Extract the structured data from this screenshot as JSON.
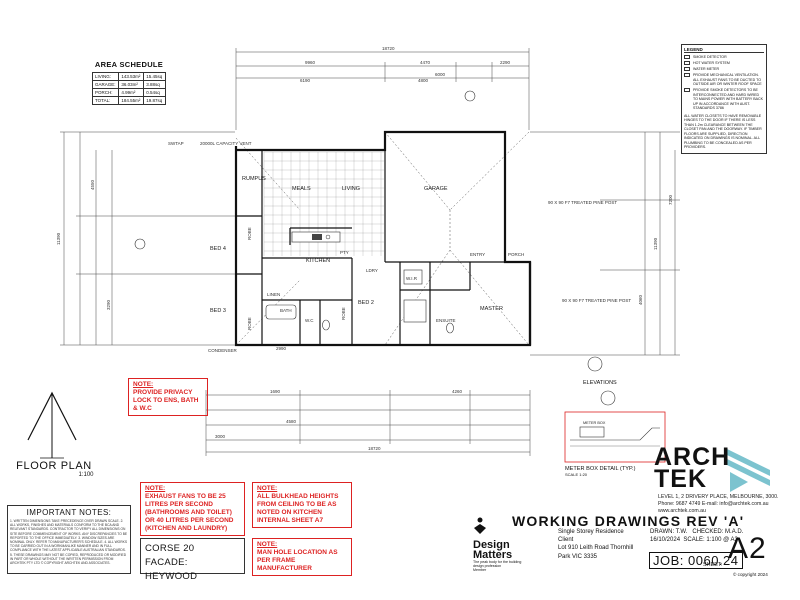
{
  "plan": {
    "title": "FLOOR PLAN",
    "scale": "1:100"
  },
  "area_schedule": {
    "title": "AREA SCHEDULE",
    "rows": [
      {
        "name": "LIVING:",
        "m2": "143.53m²",
        "sq": "15.45sq"
      },
      {
        "name": "GARAGE:",
        "m2": "36.03m²",
        "sq": "3.88sq"
      },
      {
        "name": "PORCH:",
        "m2": "4.99m²",
        "sq": "0.54sq"
      },
      {
        "name": "TOTAL:",
        "m2": "184.55m²",
        "sq": "19.87sq"
      }
    ]
  },
  "rooms": {
    "rumpus": "RUMPUS",
    "meals": "MEALS",
    "living": "LIVING",
    "garage": "GARAGE",
    "bed4": "BED 4",
    "bed3": "BED 3",
    "bed2": "BED 2",
    "kitchen": "KITCHEN",
    "robe1": "ROBE",
    "robe2": "ROBE",
    "robe3": "ROBE",
    "bath": "BATH",
    "wc": "W.C",
    "linen": "LINEN",
    "ldry": "LDRY",
    "pantry": "PTY",
    "wir": "W.I.R",
    "ensuite": "ENSUITE",
    "master": "MASTER",
    "entry": "ENTRY",
    "porch": "PORCH"
  },
  "dimensions": {
    "overall_top": "18720",
    "overall_bottom": "18720",
    "top_a": "9960",
    "top_b": "4470",
    "top_c": "2290",
    "garage_w": "6000",
    "garage_opening": "4800",
    "side_left_total": "11390",
    "side_right_total": "11390",
    "d4550": "4550",
    "d3290": "3290",
    "d6190": "6190",
    "d4260": "4260",
    "d1690": "1690",
    "d2990": "2990",
    "d3000": "3000",
    "d4580": "4580",
    "d7200": "7200",
    "d4060": "4060"
  },
  "plan_labels": {
    "capacity_vent": "20000L CAPACITY VENT",
    "condenser": "CONDENSER",
    "swtap": "SWTAP",
    "post1": "90 X 90 F7 TREATED PINE POST",
    "post2": "90 X 90 F7 TREATED PINE POST",
    "elevations": "ELEVATIONS"
  },
  "legend": {
    "title": "LEGEND",
    "items": [
      "SMOKE DETECTOR",
      "HOT WATER SYSTEM",
      "WATER METER",
      "PROVIDE MECHANICAL VENTILATION. ALL EXHAUST FANS TO BE DUCTED TO OUTSIDE AIR OR WINTER ROOF SPACE",
      "PROVIDE SMOKE DETECTORS TO BE INTERCONNECTED AND HARD WIRED TO MAINS POWER WITH BATTERY BACK UP IN ACCORDANCE WITH AUST. STANDARDS 3786"
    ],
    "note": "ALL WATER CLOSETS TO HAVE REMOVABLE HINGES TO THE DOOR IF THERE IS LESS THAN 1.2m CLEARANCE BETWEEN THE CLOSET PAN AND THE DOORWAY. IF TIMBER FLOORS ARE SUPPLIED, DIRECTION INDICATED ON DRAWINGS IS NOMINAL. ALL PLUMBING TO BE CONCEALED AS PER PROVIDERS."
  },
  "notes": {
    "privacy_h": "NOTE:",
    "privacy": "PROVIDE PRIVACY LOCK TO ENS, BATH & W.C",
    "exhaust_h": "NOTE:",
    "exhaust": "EXHAUST FANS TO BE 25 LITRES PER SECOND (BATHROOMS AND TOILET) OR 40 LITRES PER SECOND (KITCHEN AND LAUNDRY)",
    "bulkhead_h": "NOTE:",
    "bulkhead": "ALL BULKHEAD HEIGHTS FROM CEILING TO BE AS NOTED ON KITCHEN INTERNAL SHEET A7",
    "manhole_h": "NOTE:",
    "manhole": "MAN HOLE LOCATION AS PER FRAME MANUFACTURER"
  },
  "important_notes": {
    "title": "IMPORTANT NOTES:",
    "body": "1. WRITTEN DIMENSIONS TAKE PRECEDENCE OVER DRAWN SCALE. 2. ALL WORKS, FINISHES AND MATERIALS CONFORM TO THE BCA AND RELEVANT STANDARDS. CONTRACTOR TO VERIFY ALL DIMENSIONS ON SITE BEFORE COMMENCEMENT OF WORKS. ANY DISCREPANCIES TO BE REPORTED TO THE OFFICE IMMEDIATELY. 3. WINDOW SIZES ARE NOMINAL ONLY. REFER TO MANUFACTURER'S SCHEDULE. 4. ALL WORKS TO BE CARRIED OUT IN A WORKMANLIKE MANNER AND IN FULL COMPLIANCE WITH THE LATEST APPLICABLE AUSTRALIAN STANDARDS. 5. THESE DRAWINGS MAY NOT BE COPIED, REPRODUCED OR MODIFIED IN PART OR WHOLE WITHOUT THE WRITTEN PERMISSION FROM ARCHTEK PTY LTD © COPYRIGHT ARCHTEK AND ASSOCIATES."
  },
  "design": {
    "name": "CORSE 20",
    "facade": "FACADE: HEYWOOD"
  },
  "meter_box": {
    "title": "METER BOX DETAIL (TYP.)",
    "scale": "SCALE 1:20",
    "label": "METER BOX"
  },
  "title_block": {
    "company": "ARCHTEK",
    "company_l1": "ARCH",
    "company_l2": "TEK",
    "address": "LEVEL 1, 2 DRIVERY PLACE, MELBOURNE, 3000.",
    "contact": "Phone: 9687 4749 E-mail: info@archtek.com.au",
    "website": "www.archtek.com.au",
    "drawing_status": "WORKING DRAWINGS REV 'A'",
    "project": "Single Storey Residence",
    "client": "Client",
    "lot": "Lot 910  Leith Road Thornhill",
    "suburb": "Park VIC 3335",
    "drawn": "DRAWN:  T.W.",
    "checked": "CHECKED: M.A.D.",
    "date": "16/10/2024",
    "scale": "SCALE: 1:100 @ A3",
    "job": "JOB: 0060.24",
    "sheet_label": "SHEET:",
    "sheet": "A2",
    "copyright": "© copyright 2024",
    "dm_title_l1": "Design",
    "dm_title_l2": "Matters",
    "dm_sub": "The peak body for the building design profession",
    "dm_member": "Member"
  }
}
